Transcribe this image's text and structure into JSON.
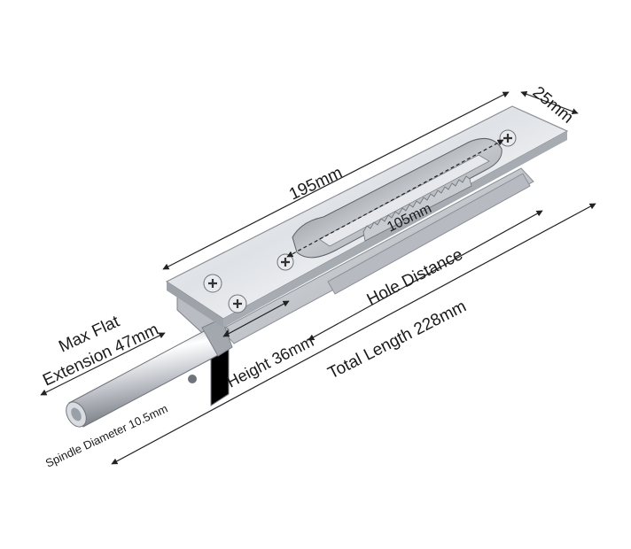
{
  "labels": {
    "length_195": "195mm",
    "width_25": "25mm",
    "hole_105": "105mm",
    "hole_distance": "Hole Distance",
    "total_length": "Total Length 228mm",
    "height": "Height 36mm",
    "max_flat_line1": "Max Flat",
    "max_flat_line2": "Extension 47mm",
    "spindle": "Spindle Diameter 10.5mm"
  },
  "colors": {
    "steel_light": "#f2f3f5",
    "steel_mid": "#c9ccd1",
    "steel_dark": "#7d828a",
    "line": "#222222"
  }
}
